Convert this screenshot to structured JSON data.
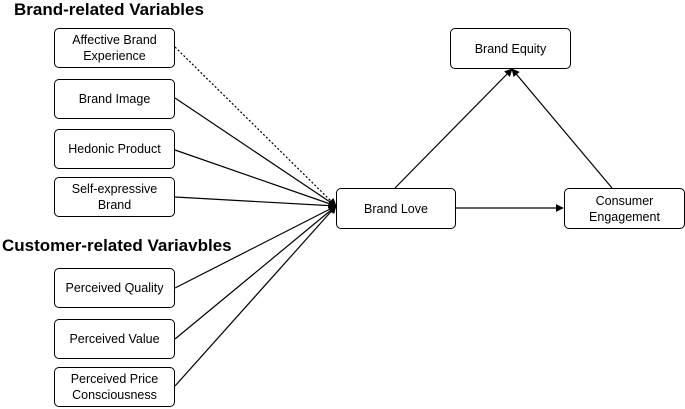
{
  "headings": {
    "brand_related": "Brand-related Variables",
    "customer_related": "Customer-related Variavbles"
  },
  "nodes": {
    "affective_brand_experience": "Affective Brand Experience",
    "brand_image": "Brand Image",
    "hedonic_product": "Hedonic Product",
    "self_expressive_brand": "Self-expressive Brand",
    "perceived_quality": "Perceived Quality",
    "perceived_value": "Perceived Value",
    "perceived_price_consciousness": "Perceived Price Consciousness",
    "brand_love": "Brand Love",
    "brand_equity": "Brand Equity",
    "consumer_engagement": "Consumer Engagement"
  },
  "colors": {
    "stroke": "#000000",
    "background": "#ffffff"
  }
}
